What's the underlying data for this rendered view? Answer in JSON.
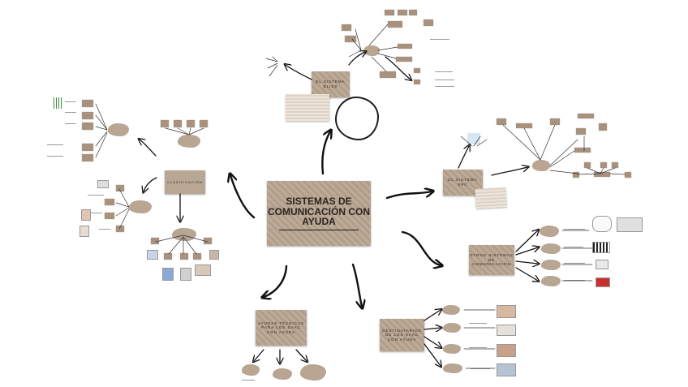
{
  "mind_map": {
    "central_topic": "SISTEMAS DE COMUNICACIÓN CON AYUDA",
    "branches": {
      "clasificacion": "CLASIFICACIÓN",
      "bliss": "EL SISTEMA BLISS",
      "spc": "EL SISTEMA SPC",
      "otros": "OTROS SISTEMAS DE COMUNICACIÓN",
      "ayudas": "AYUDAS TÉCNICAS PARA LOS SAAC CON AYUDA",
      "destinatarios": "DESTINATARIOS DE LOS SAAC CON AYUDA"
    }
  },
  "colors": {
    "card": "#b9a796",
    "arrow": "#111111",
    "paper": "#e8dfd3"
  }
}
